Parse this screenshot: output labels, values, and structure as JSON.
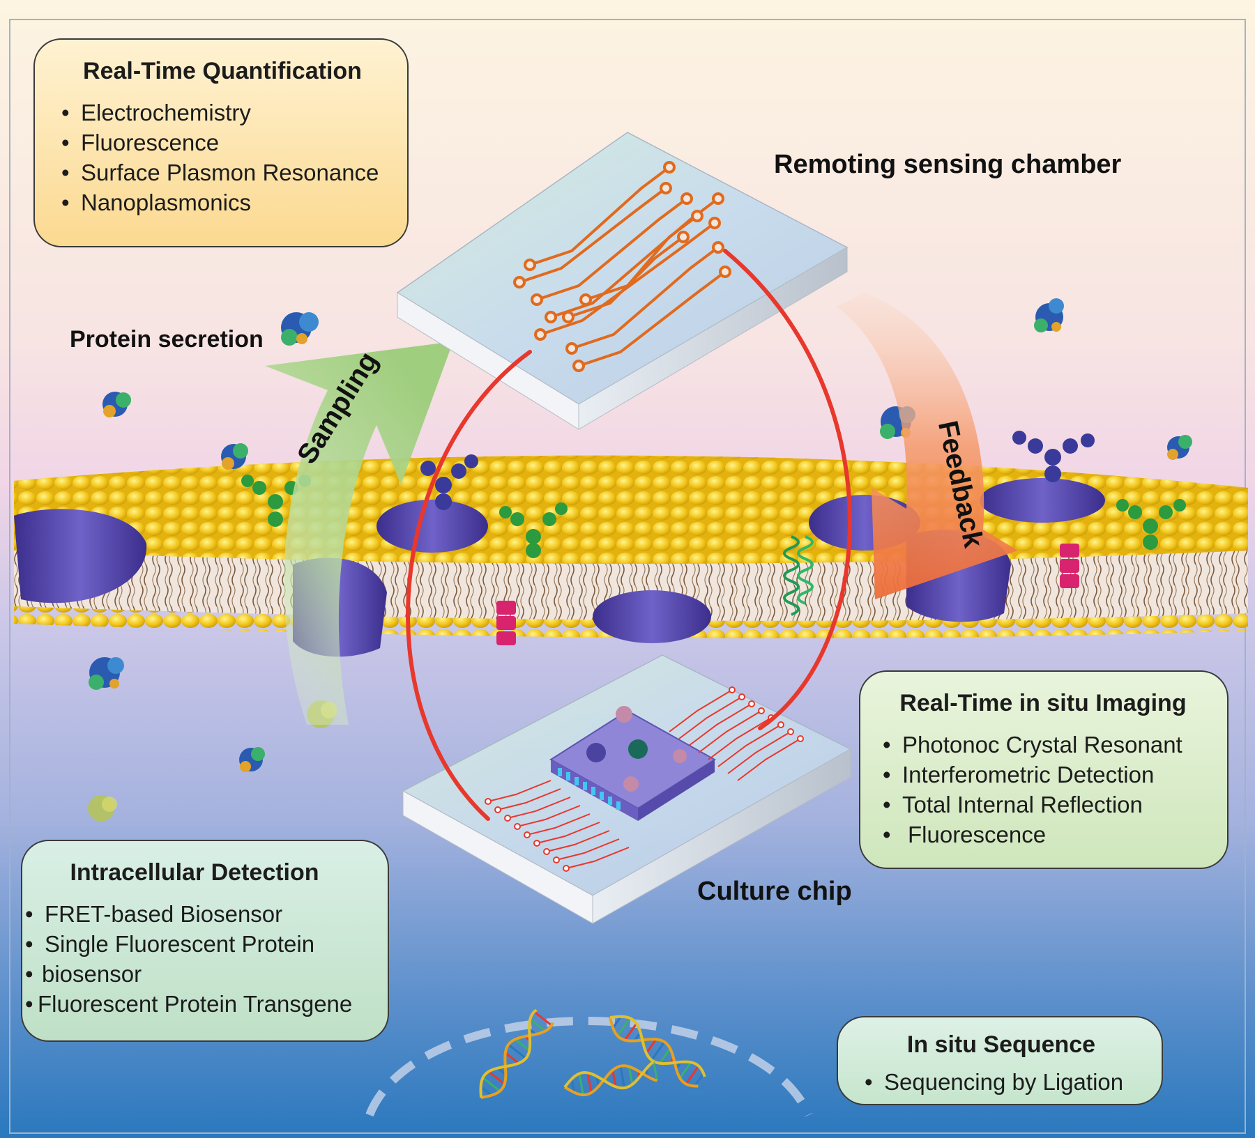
{
  "labels": {
    "protein_secretion": "Protein secretion",
    "remote_chamber": "Remoting sensing chamber",
    "culture_chip": "Culture chip",
    "sampling": "Sampling",
    "feedback": "Feedback"
  },
  "boxes": {
    "quantification": {
      "title": "Real-Time Quantification",
      "items": [
        "Electrochemistry",
        "Fluorescence",
        "Surface Plasmon Resonance",
        "Nanoplasmonics"
      ]
    },
    "imaging": {
      "title": "Real-Time in situ Imaging",
      "items": [
        "Photonoc Crystal Resonant",
        "Interferometric Detection",
        "Total Internal Reflection",
        "Fluorescence"
      ]
    },
    "intracellular": {
      "title": "Intracellular Detection",
      "items": [
        "FRET-based Biosensor",
        "Single Fluorescent Protein",
        "biosensor",
        "Fluorescent Protein Transgene"
      ]
    },
    "sequence": {
      "title": "In situ Sequence",
      "items": [
        "Sequencing by Ligation"
      ]
    }
  },
  "colors": {
    "bg_top": "#fdf3df",
    "bg_mid": "#f3d9e6",
    "bg_bottom": "#2f7fbf",
    "lipid_head": "#f2c51a",
    "membrane_protein": "#4a3a9e",
    "loop_line": "#e8372c",
    "circuit": "#e06a1e",
    "box_orange": "#fde6b8",
    "box_green": "#e2f0d8"
  }
}
